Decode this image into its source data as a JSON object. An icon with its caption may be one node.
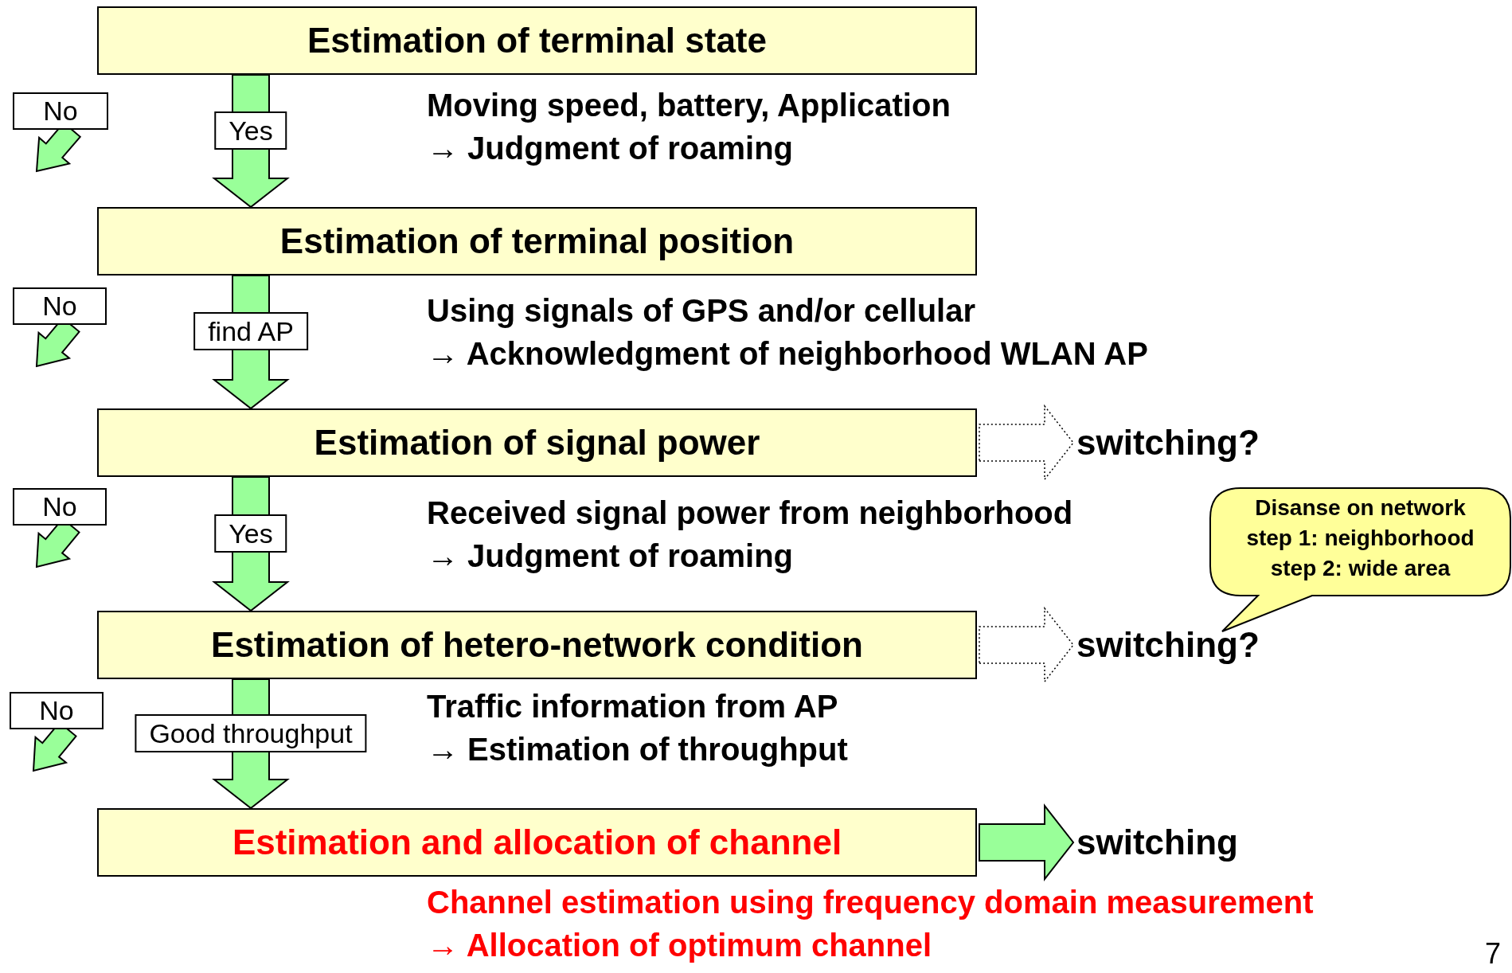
{
  "diagram": {
    "nodes": [
      {
        "text": [
          "Estimation of terminal state"
        ],
        "beside": [
          "Moving speed, battery, Application",
          "→ Judgment of roaming"
        ]
      },
      {
        "text": [
          "Estimation of terminal position"
        ],
        "beside": [
          "Using signals of GPS and/or cellular",
          "→ Acknowledgment of neighborhood WLAN AP"
        ]
      },
      {
        "text": [
          "Estimation of signal power"
        ],
        "beside": [
          "Received signal power from neighborhood",
          "→ Judgment of roaming"
        ]
      },
      {
        "text": [
          "Estimation of hetero-network condition"
        ],
        "beside": [
          "Traffic information from AP",
          "→ Estimation of throughput"
        ]
      },
      {
        "text": [
          "Estimation and allocation of channel"
        ],
        "beside": [
          "Channel estimation using frequency domain measurement",
          "→ Allocation of optimum channel"
        ]
      },
      {
        "text": [
          "No"
        ]
      },
      {
        "text": [
          "No"
        ]
      },
      {
        "text": [
          "No"
        ]
      },
      {
        "text": [
          "No"
        ]
      },
      {
        "text": [
          "switching?"
        ]
      },
      {
        "text": [
          "switching?"
        ]
      },
      {
        "text": [
          "switching"
        ]
      },
      {
        "text": [
          "Disanse on network",
          "step 1: neighborhood",
          "step 2: wide area"
        ]
      }
    ],
    "edges": [
      {
        "from": 0,
        "to": 1,
        "arrow": "to",
        "label": "Yes"
      },
      {
        "from": 1,
        "to": 2,
        "arrow": "to",
        "label": "find AP"
      },
      {
        "from": 2,
        "to": 3,
        "arrow": "to",
        "label": "Yes"
      },
      {
        "from": 3,
        "to": 4,
        "arrow": "to",
        "label": "Good throughput"
      },
      {
        "from": 5,
        "to": null,
        "arrow": "to"
      },
      {
        "from": 6,
        "to": null,
        "arrow": "to"
      },
      {
        "from": 7,
        "to": null,
        "arrow": "to"
      },
      {
        "from": 8,
        "to": null,
        "arrow": "to"
      },
      {
        "from": 2,
        "to": 9,
        "arrow": "to",
        "style": "dashed"
      },
      {
        "from": 3,
        "to": 10,
        "arrow": "to",
        "style": "dashed"
      },
      {
        "from": 4,
        "to": 11,
        "arrow": "to"
      }
    ],
    "labels": [
      "7"
    ]
  }
}
